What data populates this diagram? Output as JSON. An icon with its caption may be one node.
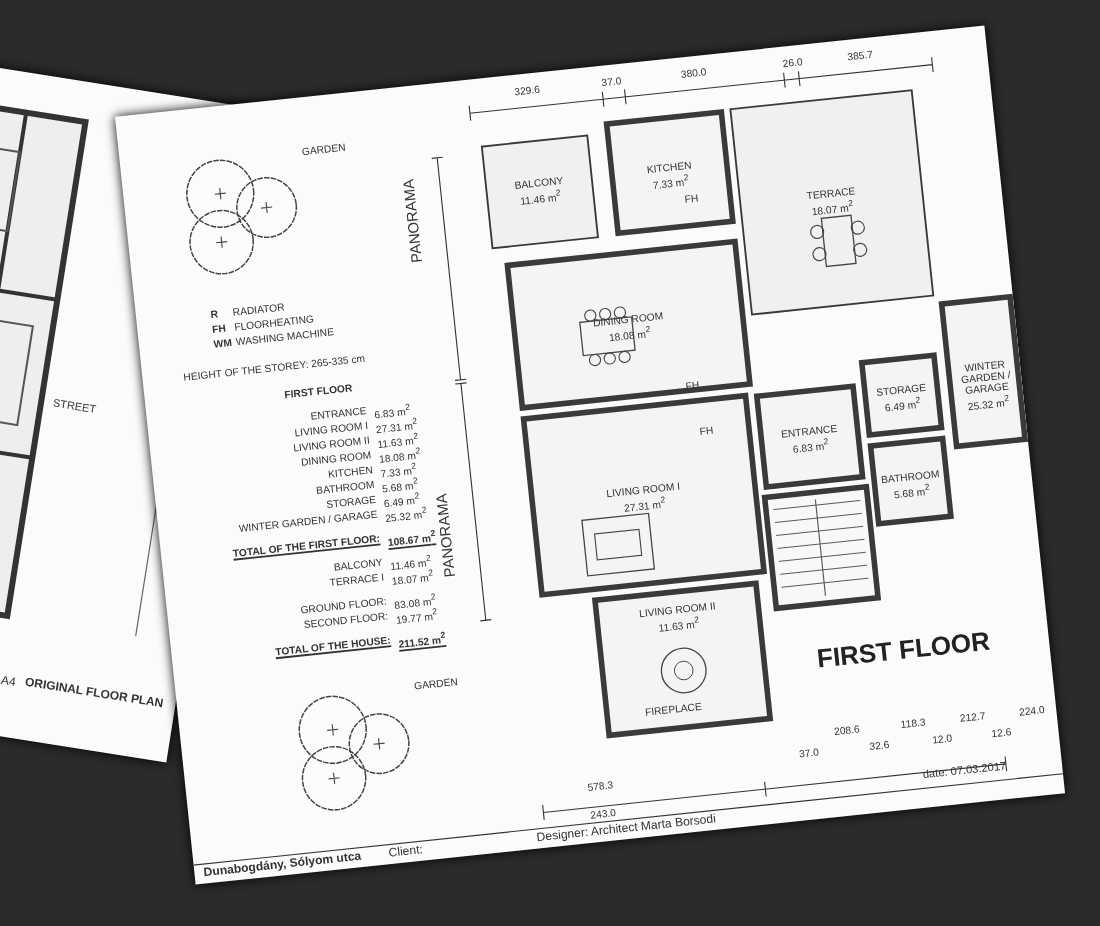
{
  "diagram": {
    "nodes": [
      {
        "text": [
          "BALCONY",
          "11.46 m$^{2}$"
        ]
      },
      {
        "text": [
          "KITCHEN",
          "7.33 m$^{2}$"
        ]
      },
      {
        "text": [
          "TERRACE",
          "18.07 m$^{2}$"
        ]
      },
      {
        "text": [
          "DINING ROOM",
          "18.08 m$^{2}$"
        ]
      },
      {
        "text": [
          "LIVING ROOM I",
          "27.31 m$^{2}$"
        ]
      },
      {
        "text": [
          "ENTRANCE",
          "6.83 m$^{2}$"
        ]
      },
      {
        "text": [
          "STORAGE",
          "6.49 m$^{2}$"
        ]
      },
      {
        "text": [
          "WINTER GARDEN / GARAGE",
          "25.32 m$^{2}$"
        ]
      },
      {
        "text": [
          "BATHROOM",
          "5.68 m$^{2}$"
        ]
      },
      {
        "text": [
          "LIVING ROOM II",
          "11.63 m$^{2}$"
        ]
      }
    ],
    "edges": [],
    "labels": [
      "GARDEN",
      "R",
      "RADIATOR",
      "FH",
      "FLOORHEATING",
      "WM",
      "WASHING MACHINE",
      "HEIGHT OF THE STOREY: 265-335 cm",
      "FIRST FLOOR",
      "ENTRANCE",
      "6.83 m$^{2}$",
      "LIVING ROOM I",
      "27.31 m$^{2}$",
      "LIVING ROOM II",
      "11.63 m$^{2}$",
      "DINING ROOM",
      "18.08 m$^{2}$",
      "KITCHEN",
      "7.33 m$^{2}$",
      "BATHROOM",
      "5.68 m$^{2}$",
      "STORAGE",
      "6.49 m$^{2}$",
      "WINTER GARDEN / GARAGE",
      "25.32 m$^{2}$",
      "TOTAL OF THE FIRST FLOOR:",
      "108.67 m$^{2}$",
      "BALCONY",
      "11.46 m$^{2}$",
      "TERRACE I",
      "18.07 m$^{2}$",
      "GROUND FLOOR:",
      "83.08 m$^{2}$",
      "SECOND FLOOR:",
      "19.77 m$^{2}$",
      "TOTAL OF THE HOUSE:",
      "211.52 m$^{2}$",
      "GARDEN",
      "PANORAMA",
      "PANORAMA",
      "329.6",
      "37.0",
      "380.0",
      "26.0",
      "385.7",
      "FH",
      "FH",
      "FH",
      "FIREPLACE",
      "FIRST FLOOR",
      "578.3",
      "243.0",
      "37.0",
      "208.6",
      "32.6",
      "118.3",
      "12.0",
      "212.7",
      "12.6",
      "224.0",
      "Dunabogdány, Sólyom utca",
      "Client:",
      "Designer: Architect Marta Borsodi",
      "date: 07.03.2017",
      "STREET",
      "A4",
      "ORIGINAL FLOOR PLAN"
    ]
  }
}
